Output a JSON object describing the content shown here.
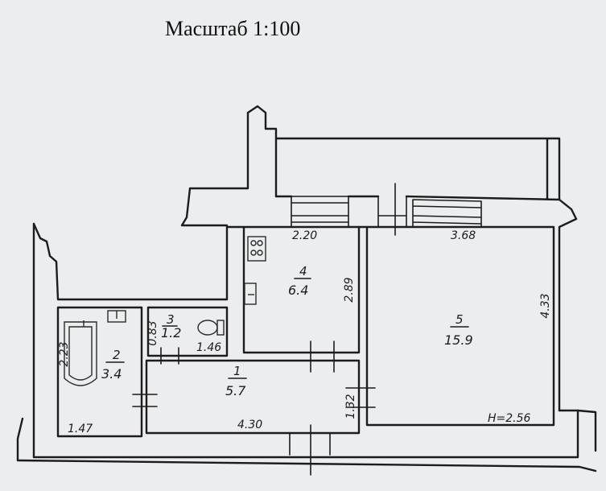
{
  "title": "Масштаб 1:100",
  "rooms": [
    {
      "number": "1",
      "area": "5.7"
    },
    {
      "number": "2",
      "area": "3.4"
    },
    {
      "number": "3",
      "area": "1.2"
    },
    {
      "number": "4",
      "area": "6.4"
    },
    {
      "number": "5",
      "area": "15.9"
    }
  ],
  "dimensions": {
    "kitchen_width": "2.20",
    "kitchen_length": "2.89",
    "living_width": "3.68",
    "living_length": "4.33",
    "hall_length": "4.30",
    "hall_width": "1.32",
    "bath_width": "1.47",
    "bath_length": "2.23",
    "wc_width": "1.46",
    "wc_length": "0.83"
  },
  "ceiling_height": "H=2.56"
}
